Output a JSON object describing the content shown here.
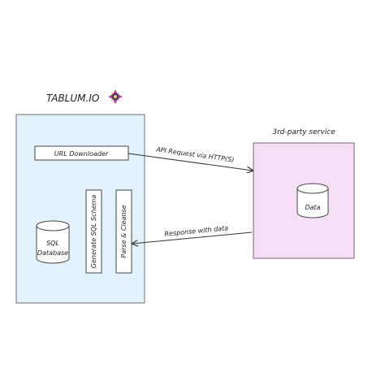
{
  "brand": {
    "name": "TABLUM.IO",
    "logo": "star-logo"
  },
  "service": {
    "title": "3rd-party service",
    "datastore": "Data"
  },
  "tablum": {
    "downloader": "URL Downloader",
    "database_line1": "SQL",
    "database_line2": "Database",
    "schema": "Generate SQL Schema",
    "parse": "Parse & Cleanse"
  },
  "edges": {
    "request": "API Request via HTTP(S)",
    "response": "Response with data"
  },
  "colors": {
    "tablum_fill": "#e2f2fc",
    "tablum_border": "#6f6f6f",
    "service_fill": "#f6dff6",
    "service_border": "#7a637a",
    "ink": "#222222"
  }
}
